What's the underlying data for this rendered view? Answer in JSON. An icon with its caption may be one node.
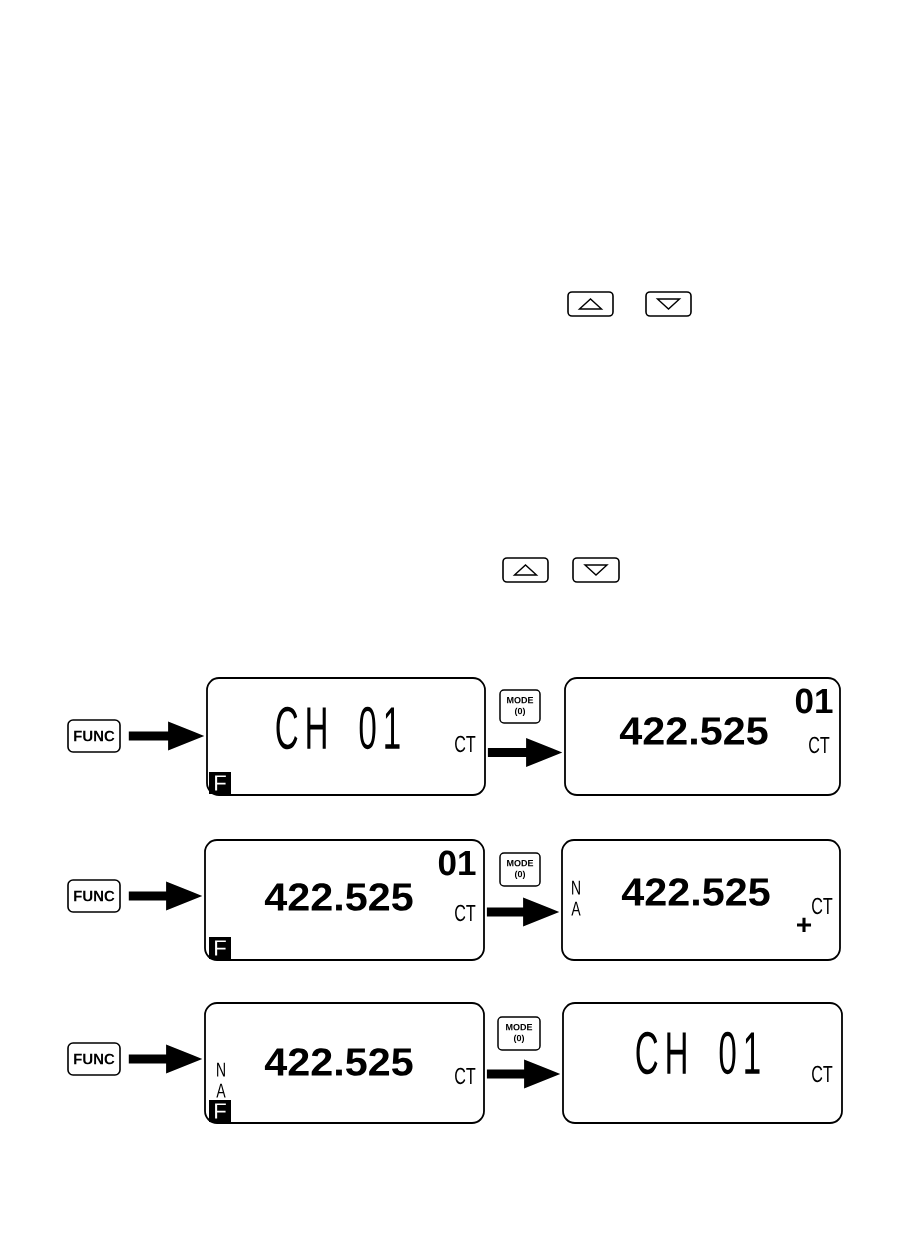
{
  "diagram": {
    "nodes": [
      {
        "text": [],
        "shape": "box"
      },
      {
        "text": [],
        "shape": "box"
      },
      {
        "text": [],
        "shape": "box"
      },
      {
        "text": [],
        "shape": "box"
      },
      {
        "text": [
          "FUNC"
        ]
      },
      {
        "text": [
          "CH 01",
          "CT",
          "F"
        ]
      },
      {
        "text": [
          "MODE (0)"
        ]
      },
      {
        "text": [
          "01",
          "422.525",
          "CT"
        ]
      },
      {
        "text": [
          "FUNC"
        ]
      },
      {
        "text": [
          "01",
          "422.525",
          "CT",
          "F"
        ]
      },
      {
        "text": [
          "MODE (0)"
        ]
      },
      {
        "text": [
          "N A",
          "422.525",
          "CT",
          "+"
        ]
      },
      {
        "text": [
          "FUNC"
        ]
      },
      {
        "text": [
          "N A",
          "422.525",
          "CT",
          "F"
        ]
      },
      {
        "text": [
          "MODE (0)"
        ]
      },
      {
        "text": [
          "CH 01",
          "CT"
        ]
      }
    ],
    "edges": [
      {
        "from": 4,
        "to": 5,
        "arrow": "to"
      },
      {
        "from": 5,
        "to": 7,
        "arrow": "to"
      },
      {
        "from": 8,
        "to": 9,
        "arrow": "to"
      },
      {
        "from": 9,
        "to": 11,
        "arrow": "to"
      },
      {
        "from": 12,
        "to": 13,
        "arrow": "to"
      },
      {
        "from": 13,
        "to": 15,
        "arrow": "to"
      }
    ]
  }
}
